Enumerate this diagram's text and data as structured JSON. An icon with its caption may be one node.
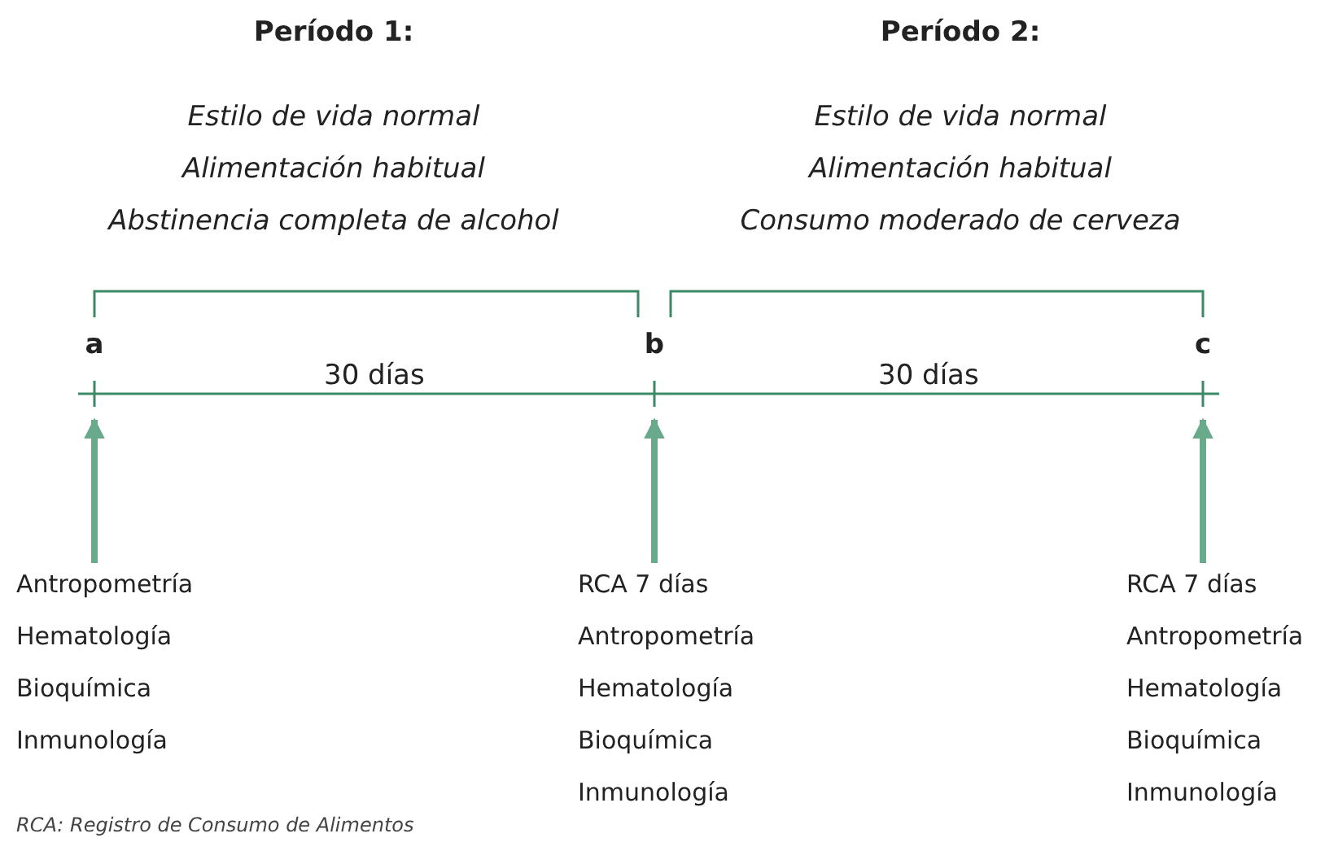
{
  "diagram": {
    "nodes": [
      {
        "text": [
          "Período 1:",
          "Estilo de vida normal",
          "Alimentación habitual",
          "Abstinencia completa de alcohol"
        ]
      },
      {
        "text": [
          "Período 2:",
          "Estilo de vida normal",
          "Alimentación habitual",
          "Consumo moderado de cerveza"
        ]
      },
      {
        "text": [
          "a"
        ]
      },
      {
        "text": [
          "b"
        ]
      },
      {
        "text": [
          "c"
        ]
      },
      {
        "text": [
          "Antropometría",
          "Hematología",
          "Bioquímica",
          "Inmunología"
        ]
      },
      {
        "text": [
          "RCA 7 días",
          "Antropometría",
          "Hematología",
          "Bioquímica",
          "Inmunología"
        ]
      },
      {
        "text": [
          "RCA 7 días",
          "Antropometría",
          "Hematología",
          "Bioquímica",
          "Inmunología"
        ]
      }
    ],
    "edges": [
      {
        "from": 2,
        "to": 3,
        "arrow": "none",
        "label": "30 días",
        "color": "#3a8a66"
      },
      {
        "from": 3,
        "to": 4,
        "arrow": "none",
        "label": "30 días",
        "color": "#3a8a66"
      },
      {
        "from": 5,
        "to": 2,
        "arrow": "to"
      },
      {
        "from": 6,
        "to": 3,
        "arrow": "to"
      },
      {
        "from": 7,
        "to": 4,
        "arrow": "to"
      }
    ],
    "labels": [
      "RCA: Registro de Consumo de Alimentos"
    ]
  }
}
